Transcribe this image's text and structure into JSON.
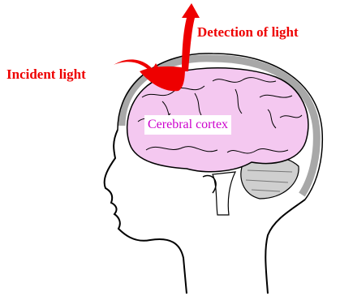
{
  "labels": {
    "incident_light": "Incident light",
    "detection_of_light": "Detection of light",
    "cerebral_cortex": "Cerebral cortex"
  },
  "colors": {
    "arrow_red": "#ee0000",
    "label_red": "#ee0000",
    "cortex_pink": "#f4c8f0",
    "cortex_label": "#cc00cc",
    "outline": "#000000",
    "skull_gray": "#a8a8a8",
    "cerebellum_gray": "#cfcfcf"
  }
}
